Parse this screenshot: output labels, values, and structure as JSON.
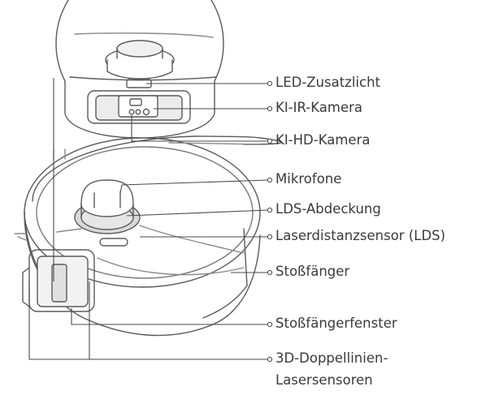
{
  "labels": {
    "led_light": "LED-Zusatzlicht",
    "ai_ir_camera": "KI-IR-Kamera",
    "ai_hd_camera": "KI-HD-Kamera",
    "microphones": "Mikrofone",
    "lds_cover": "LDS-Abdeckung",
    "lds_sensor": "Laserdistanzsensor (LDS)",
    "bumper": "Stoßfänger",
    "bumper_window": "Stoßfängerfenster",
    "line_laser_1": "3D-Doppellinien-",
    "line_laser_2": "Lasersensoren"
  },
  "colors": {
    "line": "#4a4a4a",
    "text": "#3a3a3a",
    "body_outline": "#6a6a6a",
    "shade": "#d9d9d9"
  }
}
